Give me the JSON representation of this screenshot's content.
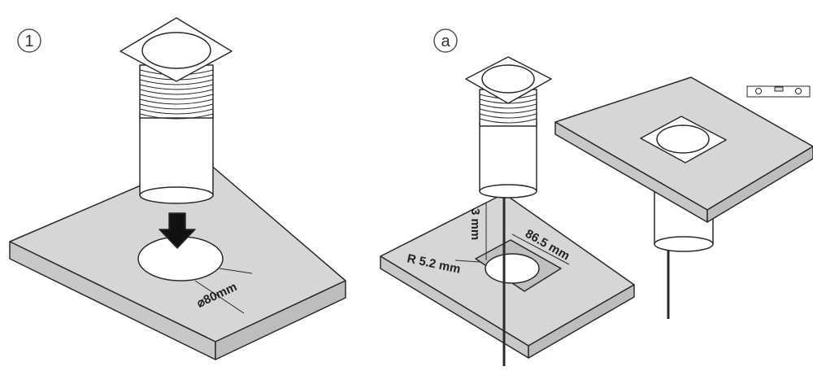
{
  "steps": {
    "first": "1",
    "second": "a"
  },
  "dimensions": {
    "hole_diameter": "⌀80mm",
    "depth": "3 mm",
    "cutout_width": "86.5 mm",
    "corner_radius": "R 5.2 mm"
  },
  "colors": {
    "surface": "#d6d6d6",
    "edge": "#c4c4c4",
    "line": "#2a2a2a"
  }
}
